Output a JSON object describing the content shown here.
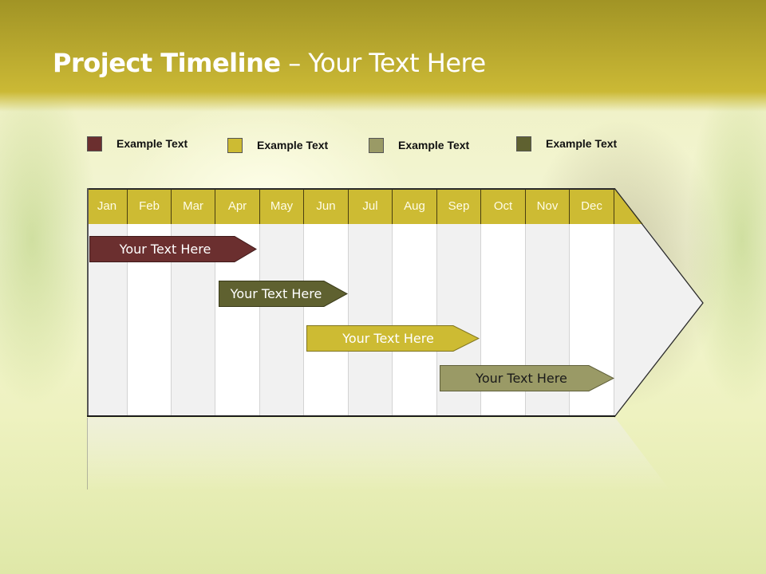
{
  "slide": {
    "title_bold": "Project Timeline",
    "title_rest": " – Your Text Here"
  },
  "legend": [
    {
      "label": "Example Text",
      "color": "#6b2f2f"
    },
    {
      "label": "Example Text",
      "color": "#cdbb33"
    },
    {
      "label": "Example Text",
      "color": "#9a9a66"
    },
    {
      "label": "Example Text",
      "color": "#5f6130"
    }
  ],
  "timeline": {
    "months": [
      "Jan",
      "Feb",
      "Mar",
      "Apr",
      "May",
      "Jun",
      "Jul",
      "Aug",
      "Sep",
      "Oct",
      "Nov",
      "Dec"
    ],
    "header_color": "#cdbb33",
    "tasks": [
      {
        "label": "Your  Text Here",
        "color": "#6b2f2f",
        "text_color": "#ffffff",
        "start_month": "Jan",
        "end_month": "Apr"
      },
      {
        "label": "Your  Text Here",
        "color": "#5f6130",
        "text_color": "#ffffff",
        "start_month": "Apr",
        "end_month": "Jun"
      },
      {
        "label": "Your  Text Here",
        "color": "#cdbb33",
        "text_color": "#ffffff",
        "start_month": "Jun",
        "end_month": "Sep"
      },
      {
        "label": "Your  Text Here",
        "color": "#9a9a66",
        "text_color": "#1a1a1a",
        "start_month": "Sep",
        "end_month": "Dec"
      }
    ]
  }
}
